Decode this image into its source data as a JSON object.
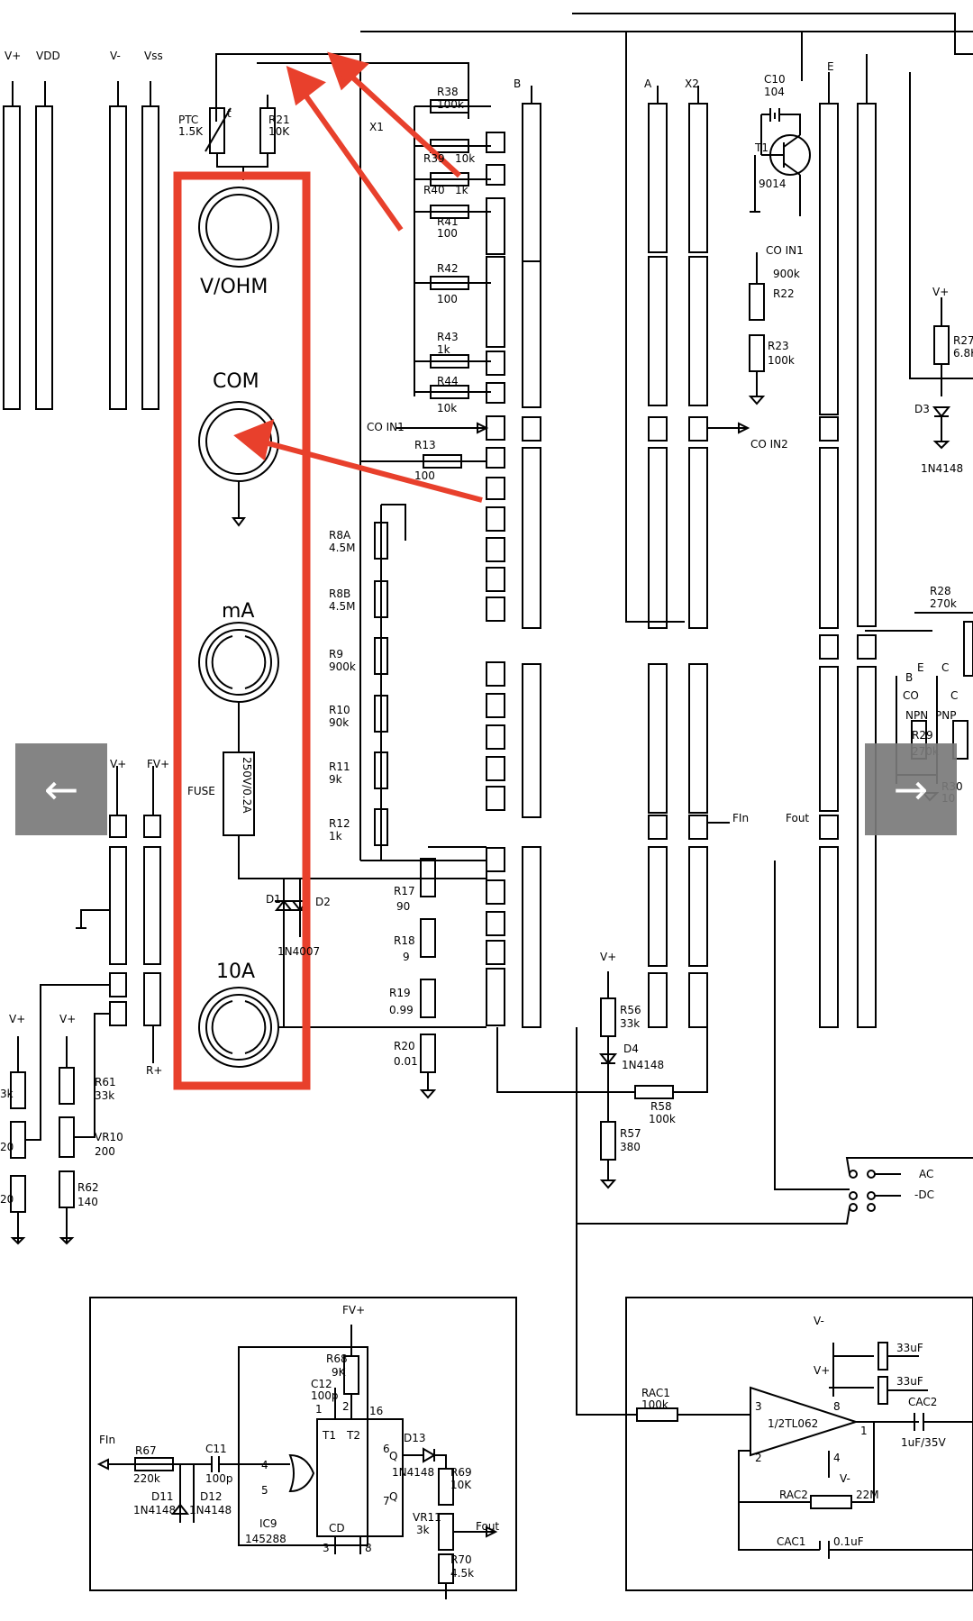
{
  "rails": {
    "vplus": "V+",
    "vdd": "VDD",
    "vminus": "V-",
    "vss": "Vss",
    "fvplus": "FV+",
    "rplus": "R+"
  },
  "jacks": {
    "vohm": "V/OHM",
    "com": "COM",
    "ma": "mA",
    "ten_a": "10A",
    "fuse": "FUSE",
    "fuse_value": "250V/0.2A"
  },
  "components": {
    "ptc": "PTC",
    "ptc_val": "1.5K",
    "t_mark": "t",
    "r21": "R21",
    "r21_val": "10K",
    "x1": "X1",
    "bus_b": "B",
    "bus_a": "A",
    "bus_x2": "X2",
    "bus_e": "E",
    "r38": "R38",
    "r38_val": "100k",
    "r39": "R39",
    "r39_val": "10k",
    "r40": "R40",
    "r40_val": "1k",
    "r41": "R41",
    "r41_val": "100",
    "r42": "R42",
    "r42_val": "100",
    "r43": "R43",
    "r43_val": "1k",
    "r44": "R44",
    "r44_val": "10k",
    "co_in1": "CO IN1",
    "r13": "R13",
    "r13_val": "100",
    "r8a": "R8A",
    "r8a_val": "4.5M",
    "r8b": "R8B",
    "r8b_val": "4.5M",
    "r9": "R9",
    "r9_val": "900k",
    "r10": "R10",
    "r10_val": "90k",
    "r11": "R11",
    "r11_val": "9k",
    "r12": "R12",
    "r12_val": "1k",
    "c10": "C10",
    "c10_val": "104",
    "t1": "T1",
    "t1_val": "9014",
    "co_in1b": "CO IN1",
    "r22_val": "900k",
    "r22": "R22",
    "r23": "R23",
    "r23_val": "100k",
    "co_in2": "CO IN2",
    "r27": "R27",
    "r27_val": "6.8K",
    "d3": "D3",
    "d3_val": "1N4148",
    "r28": "R28",
    "r28_val": "270k",
    "r29": "R29",
    "r29_val": "270k",
    "r30": "R30",
    "r30_val": "10",
    "npn": "NPN",
    "pnp": "PNP",
    "b": "B",
    "e": "E",
    "c": "C",
    "co": "CO",
    "fin": "FIn",
    "fout": "Fout",
    "d1": "D1",
    "d2": "D2",
    "d12_val": "1N4007",
    "r17": "R17",
    "r17_val": "90",
    "r18": "R18",
    "r18_val": "9",
    "r19": "R19",
    "r19_val": "0.99",
    "r20": "R20",
    "r20_val": "0.01",
    "r56": "R56",
    "r56_val": "33k",
    "d4": "D4",
    "d4_val": "1N4148",
    "r58": "R58",
    "r58_val": "100k",
    "r57": "R57",
    "r57_val": "380",
    "r61": "R61",
    "r61_val": "33k",
    "vr10": "VR10",
    "vr10_val": "200",
    "r62": "R62",
    "r62_val": "140",
    "ac": "AC",
    "dc": "-DC",
    "fvplus_b": "FV+",
    "r68": "R68",
    "r68_val": "9K",
    "c12": "C12",
    "c12_val": "100p",
    "fin_b": "FIn",
    "r67": "R67",
    "r67_val": "220k",
    "c11": "C11",
    "c11_val": "100p",
    "d11": "D11",
    "d11_val": "1N4148",
    "d12": "D12",
    "d12b_val": "1N4148",
    "ic9": "IC9",
    "ic9_val": "145288",
    "pin_t1": "T1",
    "pin_t2": "T2",
    "pin_cd": "CD",
    "pin_q": "Q",
    "pin_qb": "Q",
    "p1": "1",
    "p2": "2",
    "p3": "3",
    "p4": "4",
    "p5": "5",
    "p6": "6",
    "p7": "7",
    "p8": "8",
    "p16": "16",
    "d13": "D13",
    "d13_val": "1N4148",
    "r69": "R69",
    "r69_val": "10K",
    "vr11": "VR11",
    "vr11_val": "3k",
    "r70": "R70",
    "r70_val": "4.5k",
    "fout_b": "Fout",
    "vminus_b": "V-",
    "vplus_b": "V+",
    "cap33a": "33uF",
    "cap33b": "33uF",
    "rac1": "RAC1",
    "rac1_val": "100k",
    "op": "1/2TL062",
    "op_p3": "3",
    "op_p2": "2",
    "op_p8": "8",
    "op_p4": "4",
    "op_p1": "1",
    "op_vminus": "V-",
    "cac2": "CAC2",
    "cac2_val": "1uF/35V",
    "rac2": "RAC2",
    "rac2_val": "22M",
    "cac1": "CAC1",
    "cac1_val": "0.1uF",
    "left_r1_val": "3k",
    "left_r2_val": "20",
    "left_r3_val": "20"
  },
  "nav": {
    "prev": "←",
    "next": "→"
  },
  "colors": {
    "highlight": "#e8402c",
    "ink": "#000000",
    "nav": "#7a7a7a"
  }
}
